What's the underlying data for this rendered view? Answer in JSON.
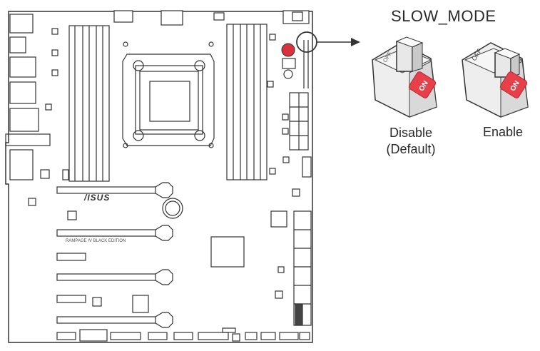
{
  "diagram": {
    "title": "SLOW_MODE",
    "switch_word_on": "ON",
    "switch_word_off": "OFF",
    "disable_label": "Disable",
    "disable_sublabel": "(Default)",
    "enable_label": "Enable",
    "board_logo": "/ISUS",
    "board_model": "RAMPAGE IV BLACK EDITION"
  },
  "colors": {
    "line": "#333333",
    "switch_red": "#e8404a",
    "switch_body": "#e6e6e6",
    "highlight_red": "#d8323c"
  }
}
